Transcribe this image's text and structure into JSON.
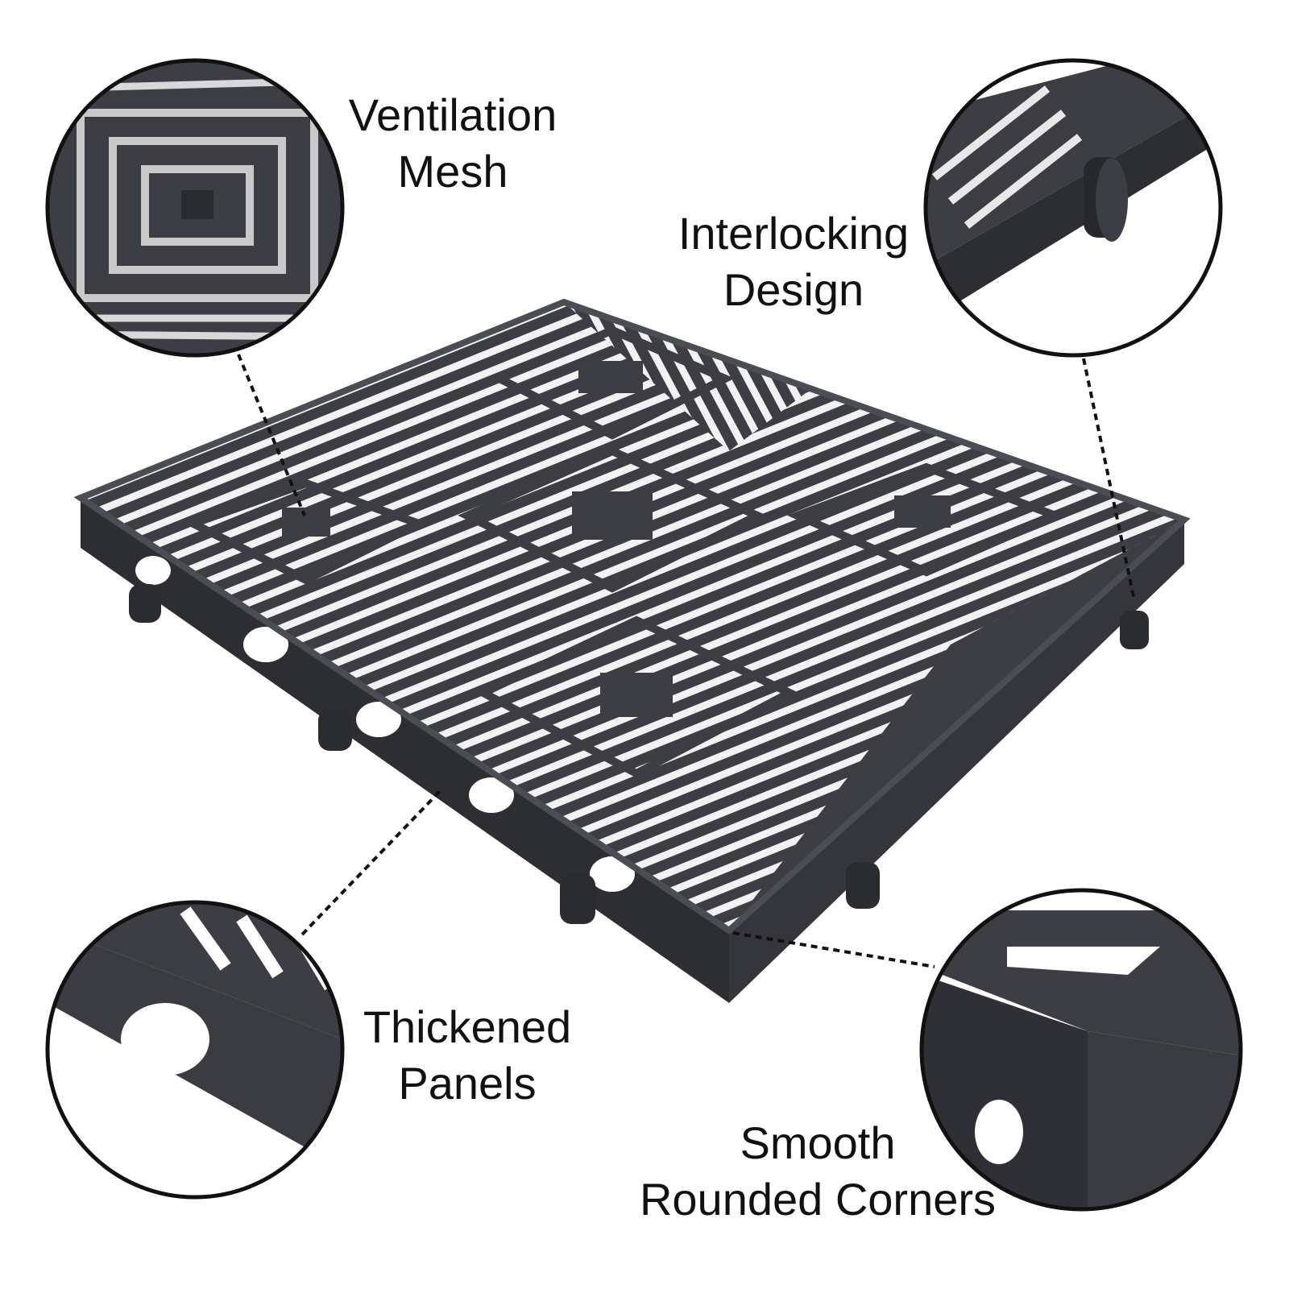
{
  "labels": {
    "ventilation": {
      "line1": "Ventilation",
      "line2": "Mesh"
    },
    "interlocking": {
      "line1": "Interlocking",
      "line2": "Design"
    },
    "thickened": {
      "line1": "Thickened",
      "line2": "Panels"
    },
    "smooth": {
      "line1": "Smooth",
      "line2": "Rounded Corners"
    }
  },
  "colors": {
    "background": "#ffffff",
    "tile": "#3c3e43",
    "tile_dark": "#26282c",
    "tile_light": "#55585e",
    "text": "#111111"
  }
}
